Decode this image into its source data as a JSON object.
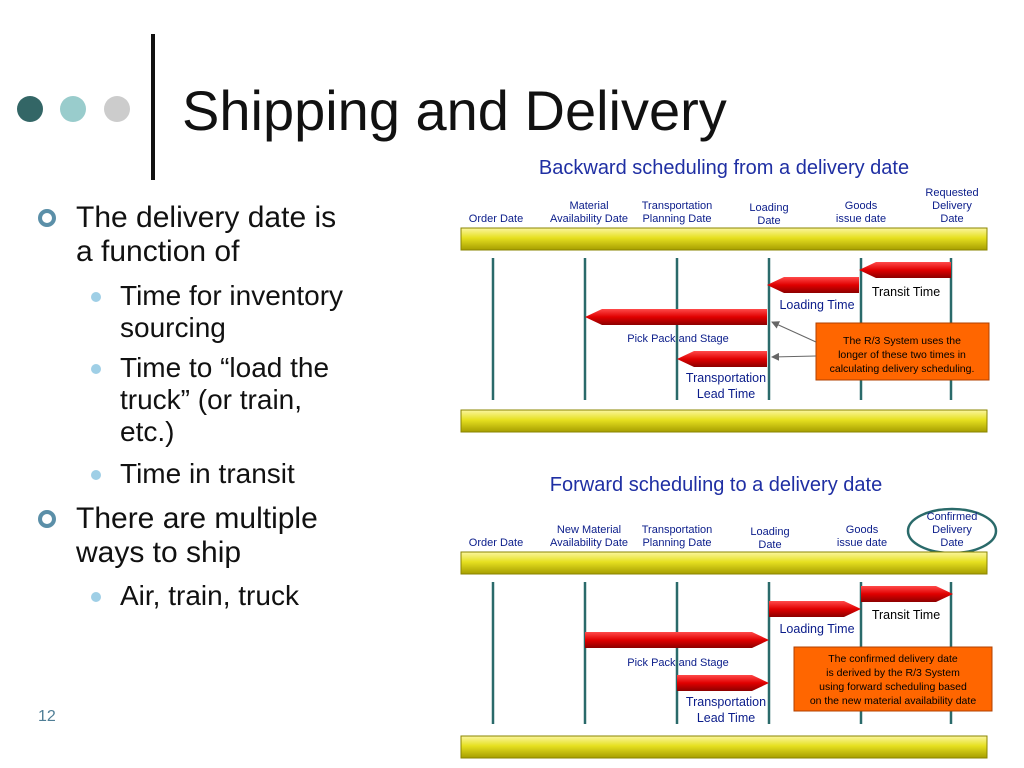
{
  "title": "Shipping and Delivery",
  "slide_number": "12",
  "colors": {
    "dot1": "#336666",
    "dot2": "#99cccc",
    "dot3": "#cccccc",
    "bar": "#e6e020",
    "arrow": "#e00000",
    "note_fill": "#ff6600"
  },
  "bullets": [
    {
      "text": "The delivery date is a function of",
      "lines": [
        "The delivery date is",
        "a function of"
      ],
      "sub": [
        {
          "text": "Time for inventory sourcing",
          "lines": [
            "Time for inventory",
            "sourcing"
          ]
        },
        {
          "text": "Time to “load the truck” (or train, etc.)",
          "lines": [
            "Time to “load the",
            "truck” (or train,",
            "etc.)"
          ]
        },
        {
          "text": "Time in transit",
          "lines": [
            "Time in transit"
          ]
        }
      ]
    },
    {
      "text": "There are multiple ways to ship",
      "lines": [
        "There are multiple",
        "ways to ship"
      ],
      "sub": [
        {
          "text": "Air, train, truck",
          "lines": [
            "Air, train, truck"
          ]
        }
      ]
    }
  ],
  "backward": {
    "title": "Backward scheduling from a delivery date",
    "columns": [
      {
        "lines": [
          "Order Date"
        ]
      },
      {
        "lines": [
          "Material",
          "Availability Date"
        ]
      },
      {
        "lines": [
          "Transportation",
          "Planning Date"
        ]
      },
      {
        "lines": [
          "Loading",
          "Date"
        ]
      },
      {
        "lines": [
          "Goods",
          "issue date"
        ]
      },
      {
        "lines": [
          "Requested",
          "Delivery",
          "Date"
        ]
      }
    ],
    "durations": {
      "transit": "Transit Time",
      "loading": "Loading Time",
      "pick": "Pick Pack and Stage",
      "transport": [
        "Transportation",
        "Lead Time"
      ]
    },
    "note": [
      "The  R/3 System uses the",
      "longer of these two times in",
      "calculating delivery scheduling."
    ]
  },
  "forward": {
    "title": "Forward scheduling to a delivery date",
    "columns": [
      {
        "lines": [
          "Order Date"
        ]
      },
      {
        "lines": [
          "New Material",
          "Availability Date"
        ]
      },
      {
        "lines": [
          "Transportation",
          "Planning Date"
        ]
      },
      {
        "lines": [
          "Loading",
          "Date"
        ]
      },
      {
        "lines": [
          "Goods",
          "issue date"
        ]
      },
      {
        "lines": [
          "Confirmed",
          "Delivery",
          "Date"
        ]
      }
    ],
    "durations": {
      "transit": "Transit Time",
      "loading": "Loading Time",
      "pick": "Pick Pack and Stage",
      "transport": [
        "Transportation",
        "Lead Time"
      ]
    },
    "note": [
      "The confirmed delivery date",
      "is derived by the R/3 System",
      "using forward scheduling based",
      "on the new material availability date"
    ]
  }
}
